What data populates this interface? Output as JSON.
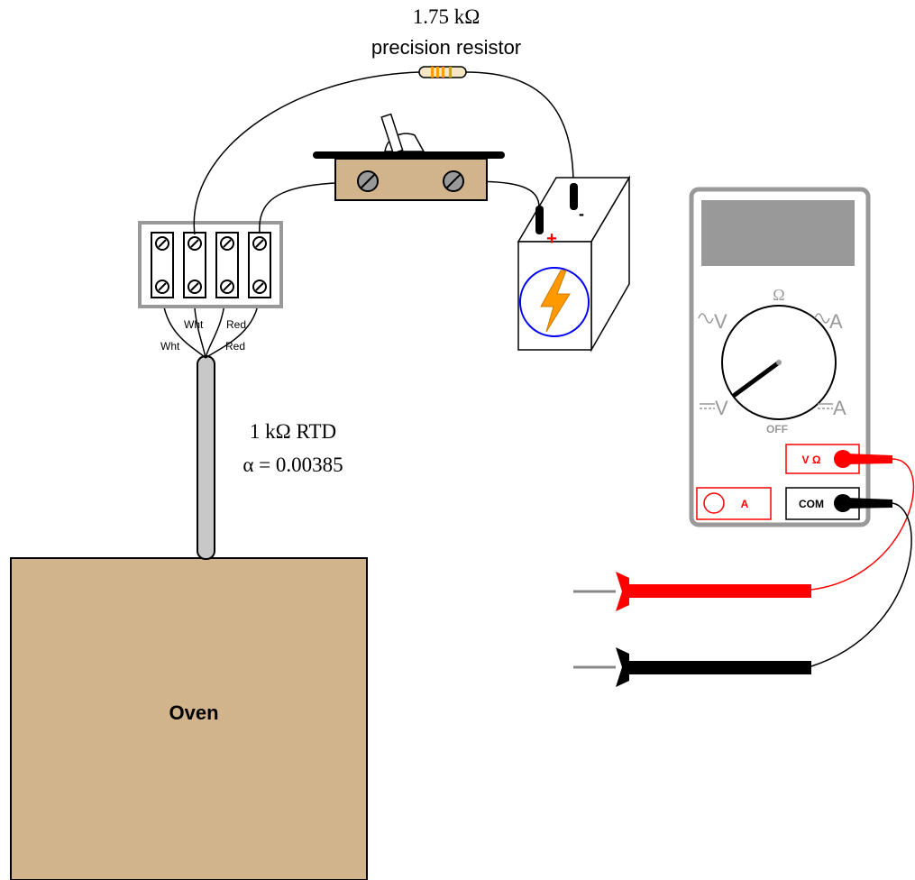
{
  "resistor": {
    "value_label": "1.75 kΩ",
    "desc_label": "precision resistor"
  },
  "rtd": {
    "value_label": "1 kΩ RTD",
    "alpha_label": "α = 0.00385"
  },
  "oven": {
    "label": "Oven"
  },
  "battery": {
    "plus": "+",
    "minus": "-"
  },
  "terminal_block": {
    "wire_labels": [
      "Wht",
      "Red",
      "Wht",
      "Red"
    ]
  },
  "meter": {
    "dial_labels": {
      "ohm": "Ω",
      "off": "OFF",
      "ac_v": "V",
      "dc_v": "V",
      "ac_a": "A",
      "dc_a": "A"
    },
    "jacks": {
      "v_ohm": "V Ω",
      "com": "COM",
      "amp": "A"
    }
  },
  "colors": {
    "oven_tan": "#d2b48c",
    "probe_red": "#ff0000",
    "probe_black": "#000000",
    "meter_gray": "#999999"
  }
}
